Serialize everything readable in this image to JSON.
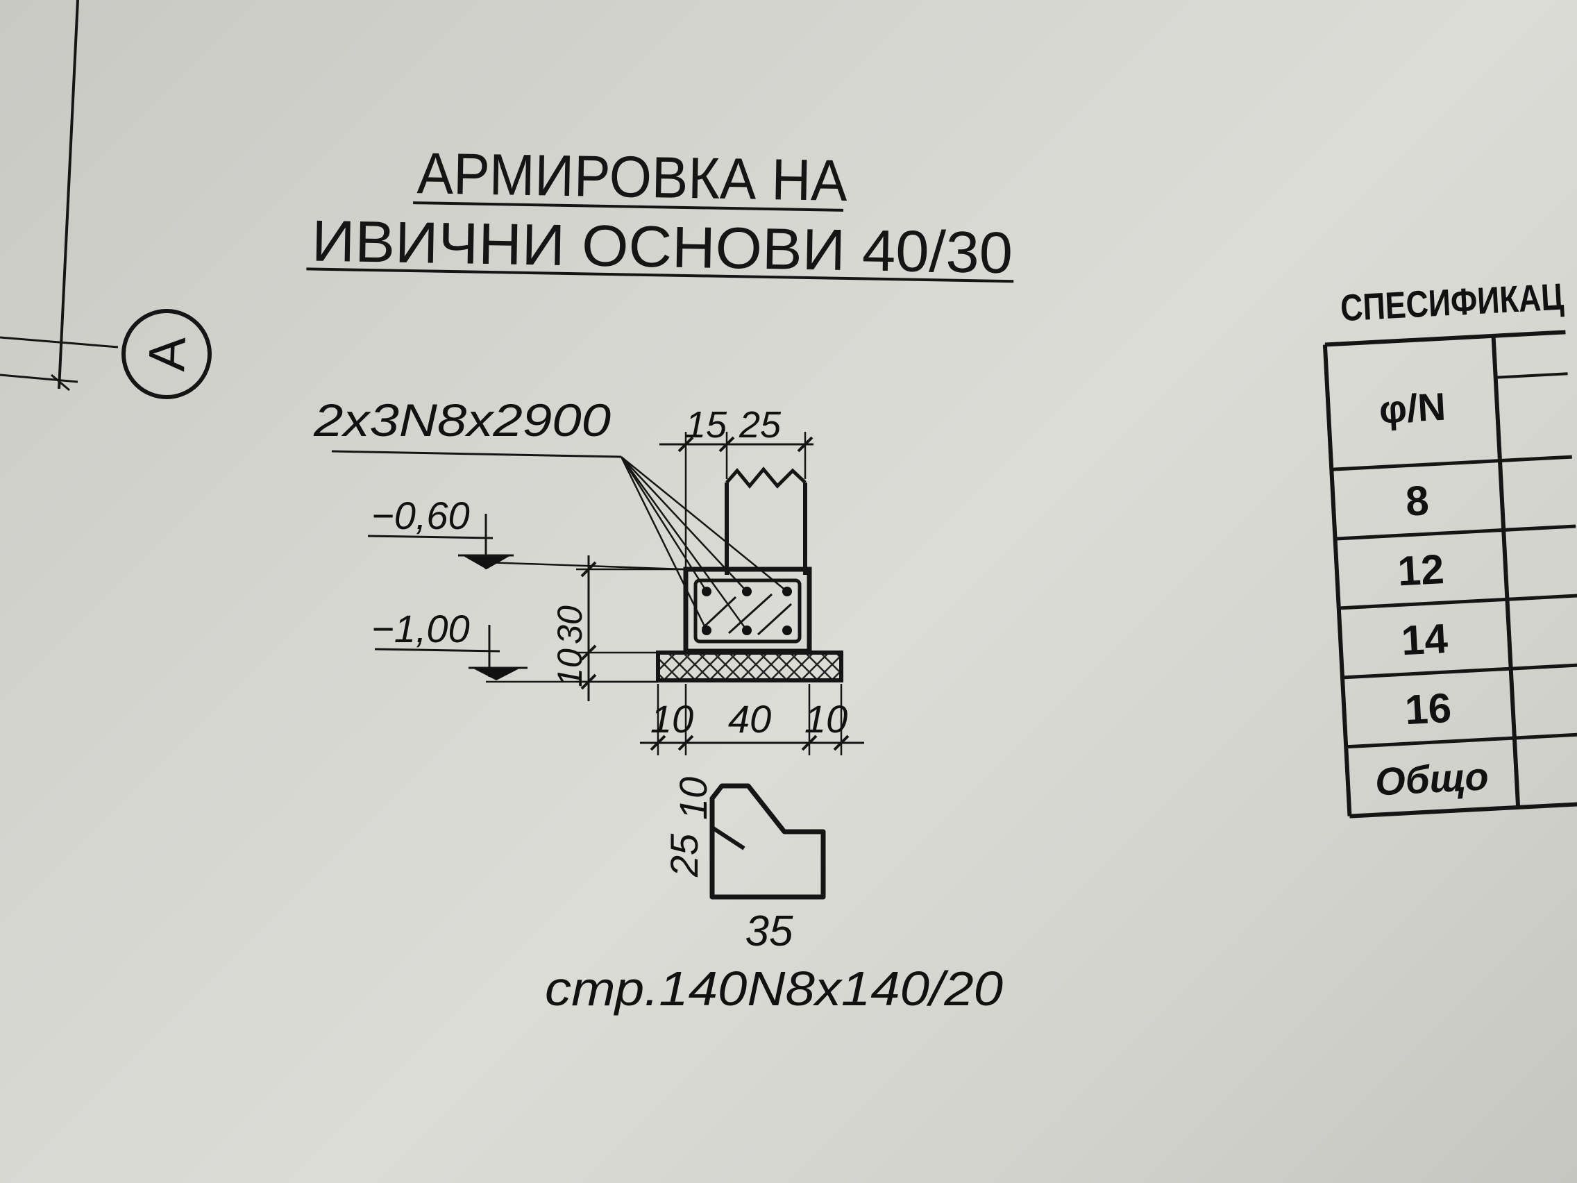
{
  "drawing": {
    "title_line1": "АРМИРОВКА НА",
    "title_line2": "ИВИЧНИ ОСНОВИ 40/30",
    "axis_marker": "A",
    "rebar_callout": "2x3N8x2900",
    "level_top": "−0,60",
    "level_bottom": "−1,00",
    "dim_top_left": "15",
    "dim_top_right": "25",
    "dim_vertical_main": "30",
    "dim_vertical_base": "10",
    "dim_bottom_left": "10",
    "dim_bottom_mid": "40",
    "dim_bottom_right": "10",
    "stirrup_dim_side_lower": "25",
    "stirrup_dim_side_upper": "10",
    "stirrup_dim_bottom": "35",
    "stirrup_label": "стр.140N8x140/20"
  },
  "spec_table": {
    "title": "СПЕСИФИКАЦ",
    "header": "φ/N",
    "rows": [
      "8",
      "12",
      "14",
      "16",
      "Общо"
    ]
  }
}
